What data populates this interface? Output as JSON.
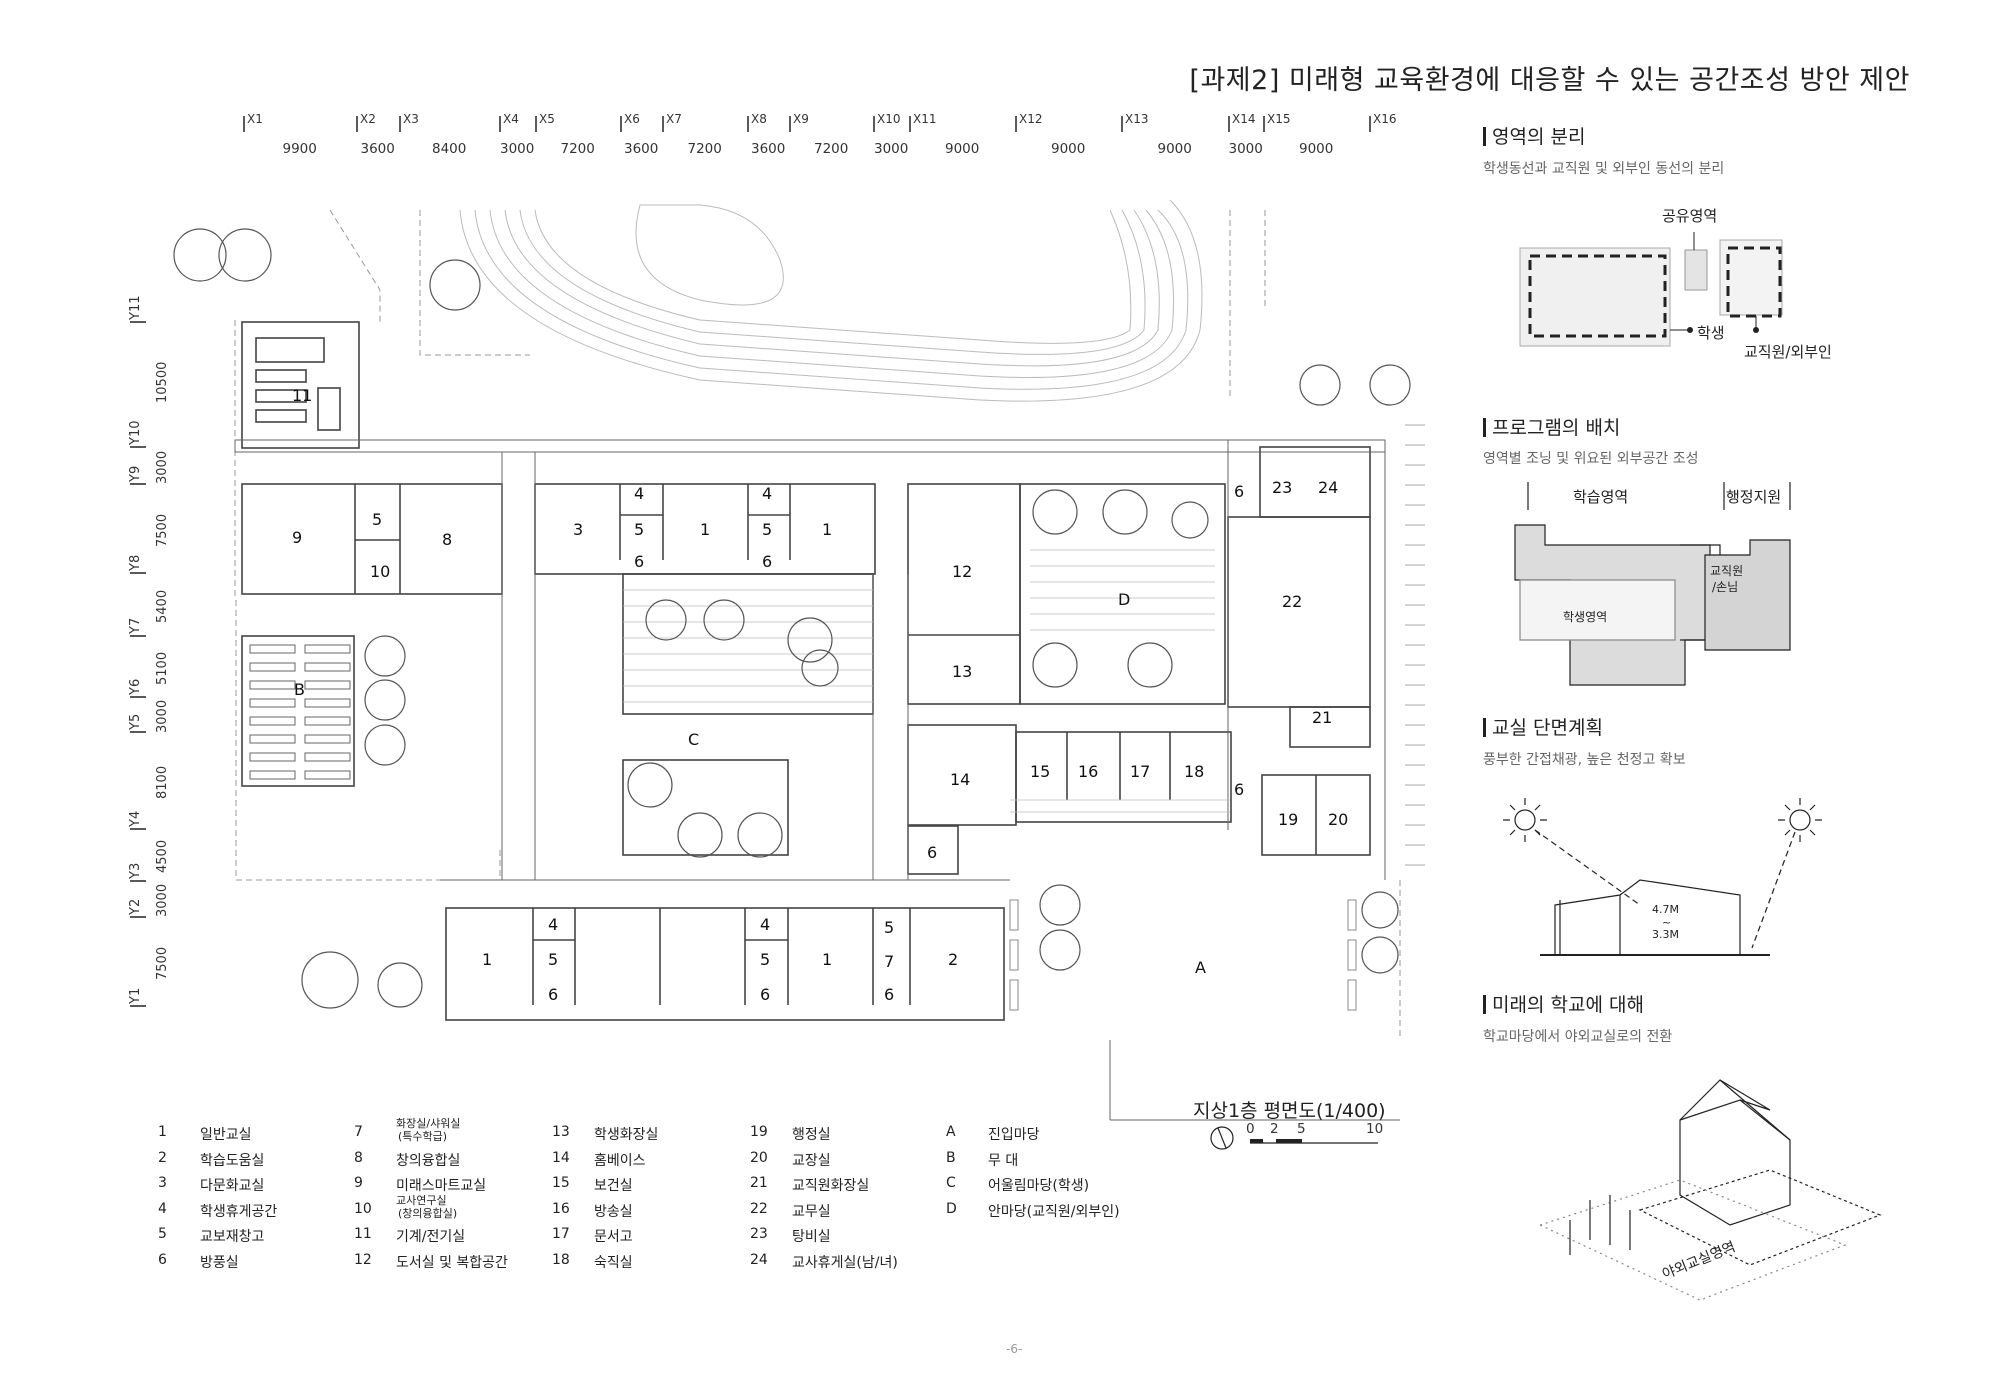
{
  "title": "[과제2] 미래형 교육환경에 대응할 수 있는 공간조성 방안 제안",
  "grid": {
    "x_labels": [
      "X1",
      "X2",
      "X3",
      "X4",
      "X5",
      "X6",
      "X7",
      "X8",
      "X9",
      "X10",
      "X11",
      "X12",
      "X13",
      "X14",
      "X15",
      "X16"
    ],
    "x_dims": [
      "9900",
      "3600",
      "8400",
      "3000",
      "7200",
      "3600",
      "7200",
      "3600",
      "7200",
      "3000",
      "9000",
      "9000",
      "9000",
      "3000",
      "9000"
    ],
    "y_labels": [
      "Y11",
      "Y10",
      "Y9",
      "Y8",
      "Y7",
      "Y6",
      "Y5",
      "Y4",
      "Y3",
      "Y2",
      "Y1"
    ],
    "y_dims": [
      "10500",
      "3000",
      "7500",
      "5400",
      "5100",
      "3000",
      "8100",
      "4500",
      "3000",
      "7500"
    ]
  },
  "rooms": {
    "r11": "11",
    "r9": "9",
    "r5a": "5",
    "r8": "8",
    "r10": "10",
    "r3": "3",
    "r4a": "4",
    "r5b": "5",
    "r1a": "1",
    "r4b": "4",
    "r5c": "5",
    "r1b": "1",
    "r6a": "6",
    "r6b": "6",
    "r12": "12",
    "r13": "13",
    "rD": "D",
    "r6c": "6",
    "r23": "23",
    "r24": "24",
    "r22": "22",
    "r21": "21",
    "rB": "B",
    "rC": "C",
    "r14": "14",
    "r15": "15",
    "r16": "16",
    "r17": "17",
    "r18": "18",
    "r6d": "6",
    "r19": "19",
    "r20": "20",
    "r6e": "6",
    "r1c": "1",
    "r4c": "4",
    "r5d": "5",
    "r6f": "6",
    "r4d": "4",
    "r5e": "5",
    "r1d": "1",
    "r6g": "6",
    "r5f": "5",
    "r7": "7",
    "r6h": "6",
    "r2": "2",
    "rA": "A"
  },
  "legend": {
    "col1": [
      {
        "n": "1",
        "t": "일반교실"
      },
      {
        "n": "2",
        "t": "학습도움실"
      },
      {
        "n": "3",
        "t": "다문화교실"
      },
      {
        "n": "4",
        "t": "학생휴게공간"
      },
      {
        "n": "5",
        "t": "교보재창고"
      },
      {
        "n": "6",
        "t": "방풍실"
      }
    ],
    "col2": [
      {
        "n": "7",
        "t": "화장실/샤워실",
        "t2": "(특수학급)"
      },
      {
        "n": "8",
        "t": "창의융합실"
      },
      {
        "n": "9",
        "t": "미래스마트교실"
      },
      {
        "n": "10",
        "t": "교사연구실",
        "t2": "(창의융합실)"
      },
      {
        "n": "11",
        "t": "기계/전기실"
      },
      {
        "n": "12",
        "t": "도서실 및 복합공간"
      }
    ],
    "col3": [
      {
        "n": "13",
        "t": "학생화장실"
      },
      {
        "n": "14",
        "t": "홈베이스"
      },
      {
        "n": "15",
        "t": "보건실"
      },
      {
        "n": "16",
        "t": "방송실"
      },
      {
        "n": "17",
        "t": "문서고"
      },
      {
        "n": "18",
        "t": "숙직실"
      }
    ],
    "col4": [
      {
        "n": "19",
        "t": "행정실"
      },
      {
        "n": "20",
        "t": "교장실"
      },
      {
        "n": "21",
        "t": "교직원화장실"
      },
      {
        "n": "22",
        "t": "교무실"
      },
      {
        "n": "23",
        "t": "탕비실"
      },
      {
        "n": "24",
        "t": "교사휴게실(남/녀)"
      }
    ],
    "col5": [
      {
        "n": "A",
        "t": "진입마당"
      },
      {
        "n": "B",
        "t": "무 대"
      },
      {
        "n": "C",
        "t": "어울림마당(학생)"
      },
      {
        "n": "D",
        "t": "안마당(교직원/외부인)"
      }
    ]
  },
  "plan_title": "지상1층 평면도(1/400)",
  "scale_ticks": [
    "0",
    "2",
    "5",
    "10"
  ],
  "sections": [
    {
      "title": "영역의 분리",
      "sub": "학생동선과 교직원 및 외부인 동선의 분리"
    },
    {
      "title": "프로그램의 배치",
      "sub": "영역별 조닝 및 위요된 외부공간 조성"
    },
    {
      "title": "교실 단면계획",
      "sub": "풍부한 간접채광, 높은 천정고 확보"
    },
    {
      "title": "미래의 학교에 대해",
      "sub": "학교마당에서 야외교실로의 전환"
    }
  ],
  "diagram1": {
    "shared": "공유영역",
    "student": "학생",
    "staff": "교직원/외부인"
  },
  "diagram2": {
    "learning_head": "학습영역",
    "admin_head": "행정지원",
    "learning": "학생영역",
    "staff1": "교직원",
    "staff2": "/손님"
  },
  "diagram3": {
    "h1": "4.7M",
    "h_sep": "~",
    "h2": "3.3M"
  },
  "diagram4": {
    "label": "야외교실영역"
  },
  "page_number": "-6-"
}
